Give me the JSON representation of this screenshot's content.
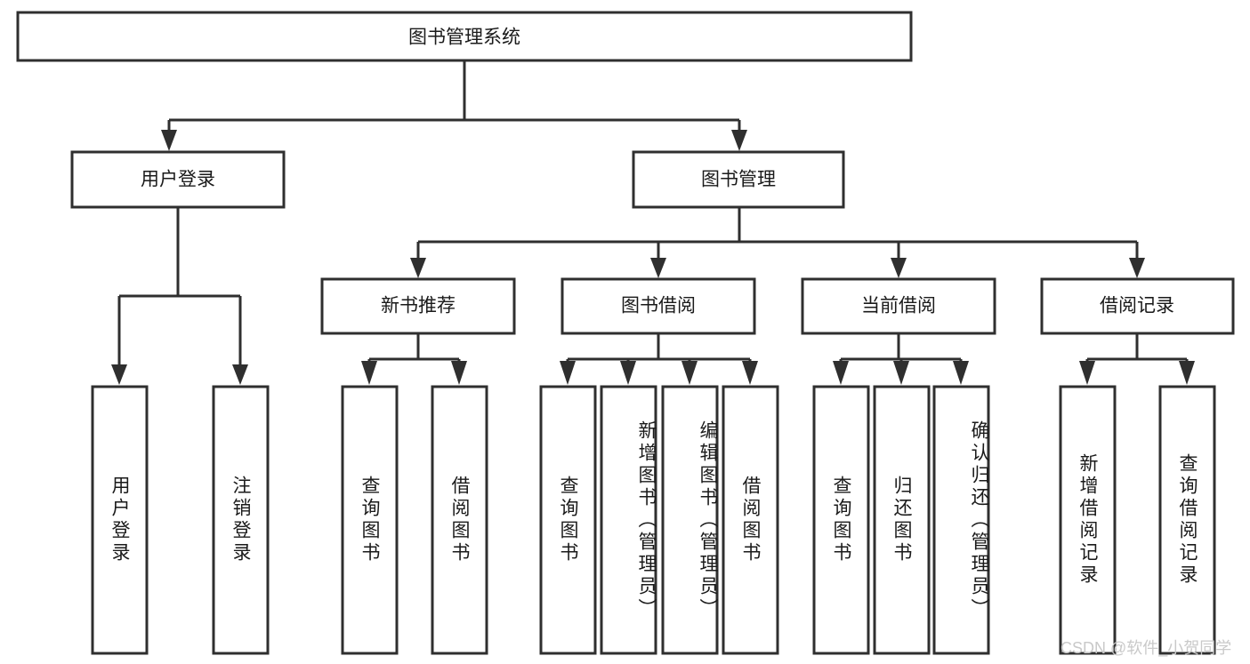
{
  "diagram": {
    "title": "图书管理系统",
    "type": "tree-hierarchy-chart",
    "root": {
      "label": "图书管理系统"
    },
    "level2": [
      {
        "label": "用户登录"
      },
      {
        "label": "图书管理"
      }
    ],
    "level3": [
      {
        "label": "新书推荐",
        "parent": "图书管理"
      },
      {
        "label": "图书借阅",
        "parent": "图书管理"
      },
      {
        "label": "当前借阅",
        "parent": "图书管理"
      },
      {
        "label": "借阅记录",
        "parent": "图书管理"
      }
    ],
    "leaves": {
      "user_login": [
        {
          "label": "用户登录"
        },
        {
          "label": "注销登录"
        }
      ],
      "new_book_recommend": [
        {
          "label": "查询图书"
        },
        {
          "label": "借阅图书"
        }
      ],
      "book_borrow": [
        {
          "label": "查询图书"
        },
        {
          "label": "新增图书（管理员）"
        },
        {
          "label": "编辑图书（管理员）"
        },
        {
          "label": "借阅图书"
        }
      ],
      "current_borrow": [
        {
          "label": "查询图书"
        },
        {
          "label": "归还图书"
        },
        {
          "label": "确认归还（管理员）"
        }
      ],
      "borrow_record": [
        {
          "label": "新增借阅记录"
        },
        {
          "label": "查询借阅记录"
        }
      ]
    }
  },
  "watermark": {
    "text": "CSDN @软件_小贺同学"
  },
  "colors": {
    "box_stroke": "#2f2f2f",
    "box_fill": "#ffffff",
    "text": "#1a1a1a",
    "watermark": "#c9c9c9",
    "background": "#ffffff"
  }
}
